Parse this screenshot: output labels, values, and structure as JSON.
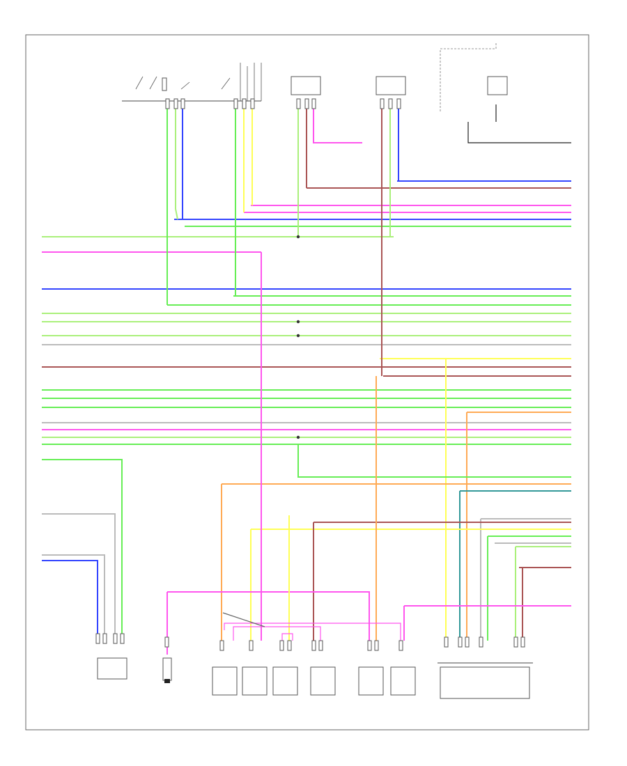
{
  "diagram": {
    "footer_code": "",
    "colors": {
      "green": "#66ee55",
      "light_green": "#aaf07a",
      "blue": "#3344ff",
      "pink": "#ff55ee",
      "yellow": "#ffff55",
      "brown": "#aa5555",
      "orange": "#ffaa55",
      "teal": "#339999",
      "gray": "#bbbbbb",
      "black": "#222222"
    },
    "top_components": [
      {
        "id": "tc1",
        "caption": ""
      },
      {
        "id": "tc2",
        "caption": ""
      },
      {
        "id": "tc3",
        "caption": ""
      },
      {
        "id": "tc4",
        "caption": ""
      }
    ],
    "bottom_components": [
      {
        "id": "bc1",
        "caption": ""
      },
      {
        "id": "bc2",
        "caption": ""
      },
      {
        "id": "bc3",
        "caption": ""
      },
      {
        "id": "bc4",
        "caption": ""
      },
      {
        "id": "bc5",
        "caption": ""
      },
      {
        "id": "bc6",
        "caption": ""
      },
      {
        "id": "bc7",
        "caption": ""
      },
      {
        "id": "bc8",
        "caption": ""
      },
      {
        "id": "bc9",
        "caption": ""
      }
    ],
    "group_labels": [
      "",
      ""
    ],
    "mid_note": "",
    "splice_notes": [
      "",
      ""
    ]
  }
}
